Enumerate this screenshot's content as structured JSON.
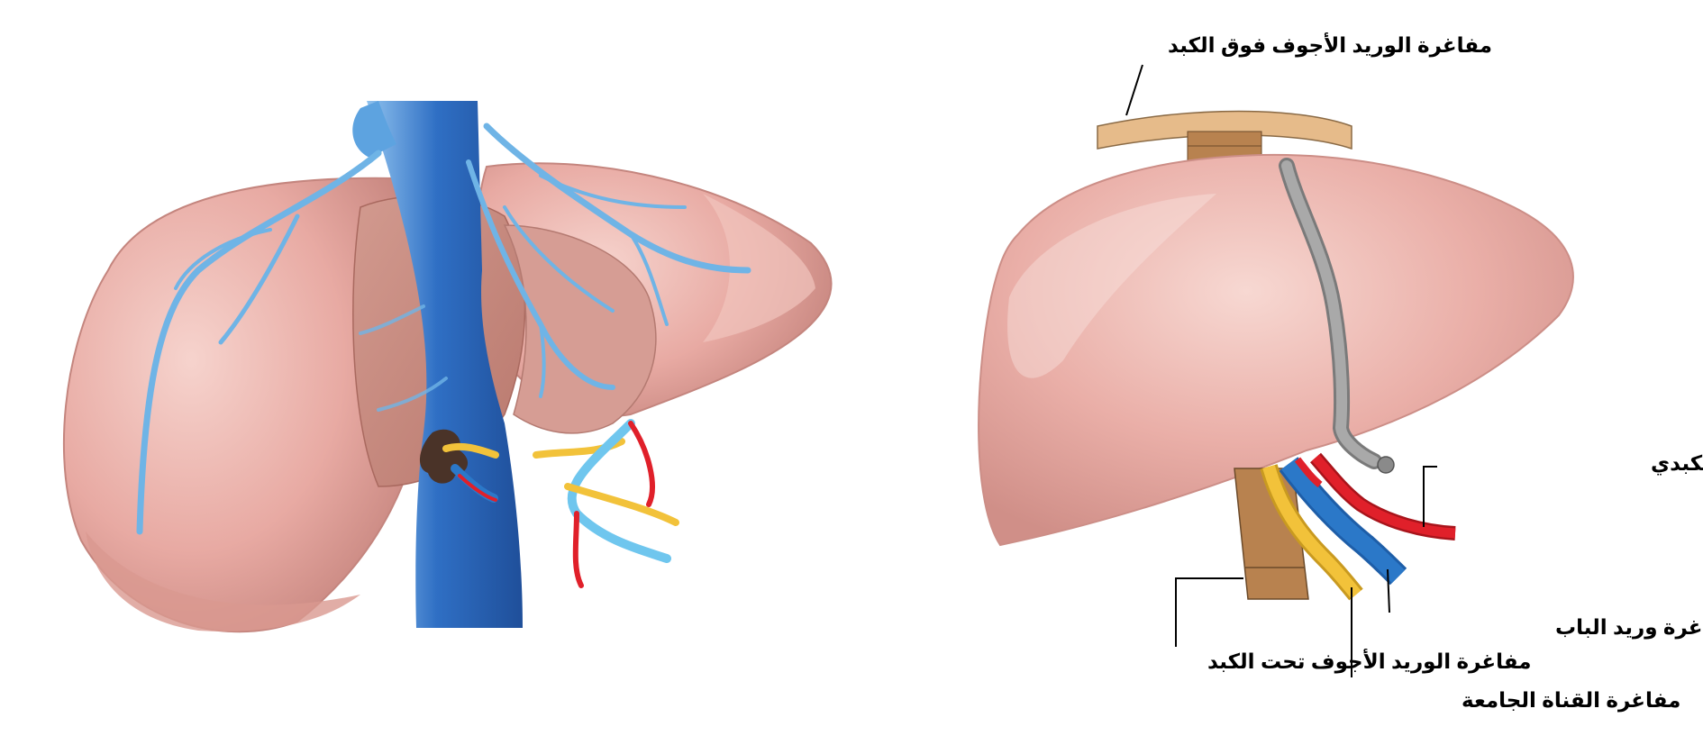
{
  "labels": {
    "suprahepatic_ivc": "مفاغرة الوريد الأجوف فوق الكبد",
    "hepatic_artery": "مفاغرة الشريان الكبدي",
    "portal_vein": "مفاغرة وريد الباب",
    "infrahepatic_ivc": "مفاغرة الوريد الأجوف تحت الكبد",
    "bile_duct": "مفاغرة القناة الجامعة"
  },
  "colors": {
    "liver": "#e7a9a3",
    "liver_shadow": "#c98a82",
    "vena_cava": "#2f6fc4",
    "vein_branch": "#6fb4e6",
    "portal_vein": "#2b78c8",
    "hepatic_artery": "#e0202a",
    "bile_duct": "#f2c23a",
    "ivc_stump": "#b8824f",
    "ivc_cuff": "#e6bb8a",
    "hepatic_vein_gray": "#9a9a9a"
  }
}
